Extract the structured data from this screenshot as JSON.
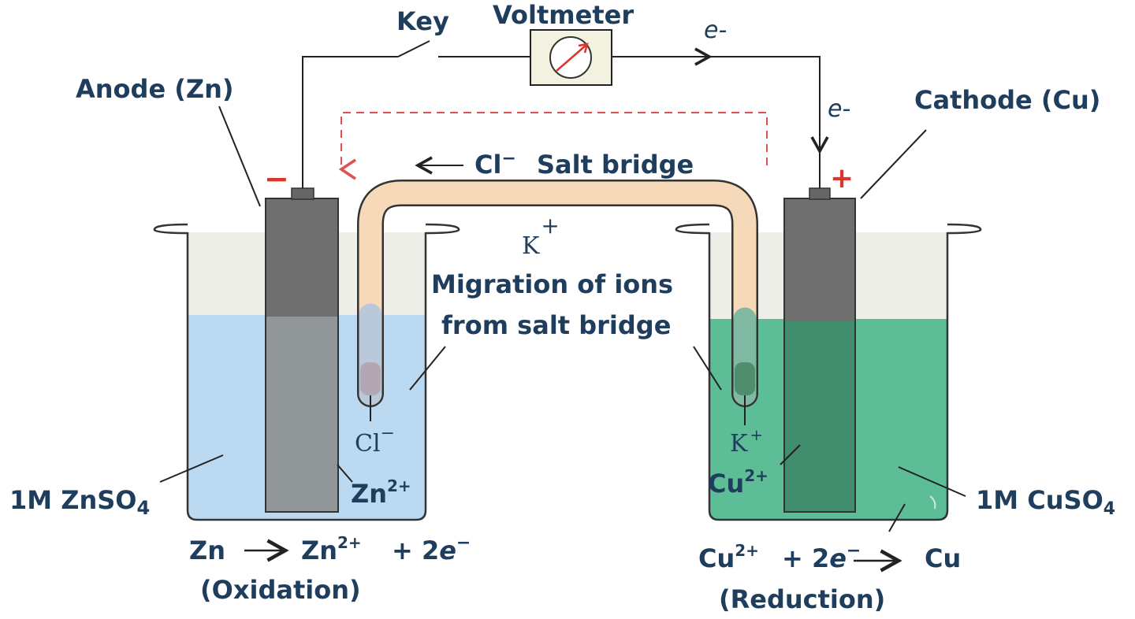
{
  "labels": {
    "key": "Key",
    "voltmeter": "Voltmeter",
    "electron": "e-",
    "anode": "Anode (Zn)",
    "cathode": "Cathode (Cu)",
    "minus": "−",
    "plus": "+",
    "salt_bridge": "Salt bridge",
    "cl_ion": "Cl",
    "ion_minus": "−",
    "k_ion": "K",
    "ion_plus": "+",
    "migration_line1": "Migration of ions",
    "migration_line2": "from salt bridge",
    "zn_ion_base": "Zn",
    "cu_ion_base": "Cu",
    "charge_2plus": "2+",
    "left_solution": "1M ZnSO",
    "right_solution": "1M CuSO",
    "subscript_4": "4",
    "ox_zn": "Zn",
    "ox_zn2": "Zn",
    "ox_plus2e": "+ 2",
    "e_letter": "e",
    "oxidation": "(Oxidation)",
    "red_cu2": "Cu",
    "red_plus2e": "+ 2",
    "red_cu": "Cu",
    "reduction": "(Reduction)"
  },
  "colors": {
    "zn_solution": "#bcd9f2",
    "cu_solution": "#5dbd97",
    "electrode": "#8a8a8a",
    "salt_bridge": "#f5d9b8",
    "beaker_top": "#eeeee8",
    "label_text": "#1f3d5c",
    "sign_red": "#e0342a",
    "dashed_path": "#e05050"
  }
}
